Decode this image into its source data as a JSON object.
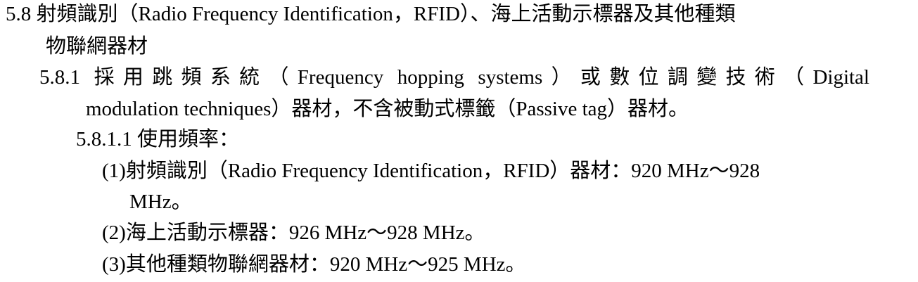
{
  "document": {
    "section_5_8": {
      "line1": "5.8 射頻識別（Radio Frequency Identification，RFID）、海上活動示標器及其他種類",
      "line2": "物聯網器材"
    },
    "section_5_8_1": {
      "line1": "5.8.1 採用跳頻系統（Frequency hopping systems）或數位調變技術（Digital",
      "line2": "modulation techniques）器材，不含被動式標籤（Passive tag）器材。"
    },
    "section_5_8_1_1": {
      "heading": "5.8.1.1 使用頻率："
    },
    "items": [
      {
        "line1": "(1)射頻識別（Radio Frequency Identification，RFID）器材：920 MHz～928",
        "line2": "MHz。"
      },
      {
        "line1": "(2)海上活動示標器：926 MHz～928 MHz。"
      },
      {
        "line1": "(3)其他種類物聯網器材：920 MHz～925 MHz。"
      }
    ]
  }
}
